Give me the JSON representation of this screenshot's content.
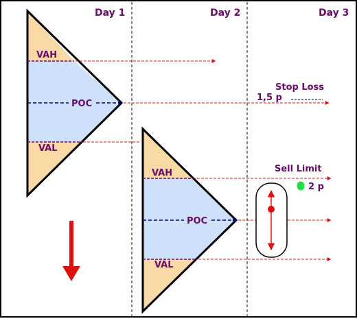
{
  "days": [
    "Day 1",
    "Day 2",
    "Day 3"
  ],
  "profile1": {
    "vah": "VAH",
    "poc": "POC",
    "val": "VAL"
  },
  "profile2": {
    "vah": "VAH",
    "poc": "POC",
    "val": "VAL"
  },
  "annotations": {
    "stop_loss": "Stop Loss",
    "stop_distance": "1,5 p",
    "sell_limit": "Sell Limit",
    "limit_distance": "2 p"
  },
  "colors": {
    "frame": "#000000",
    "value_area": "#cfe0fb",
    "profile_tail": "#f9d9a6",
    "purple_text": "#6a0a6a",
    "red": "#e01010",
    "dark_blue": "#000066",
    "green": "#22dd44"
  }
}
